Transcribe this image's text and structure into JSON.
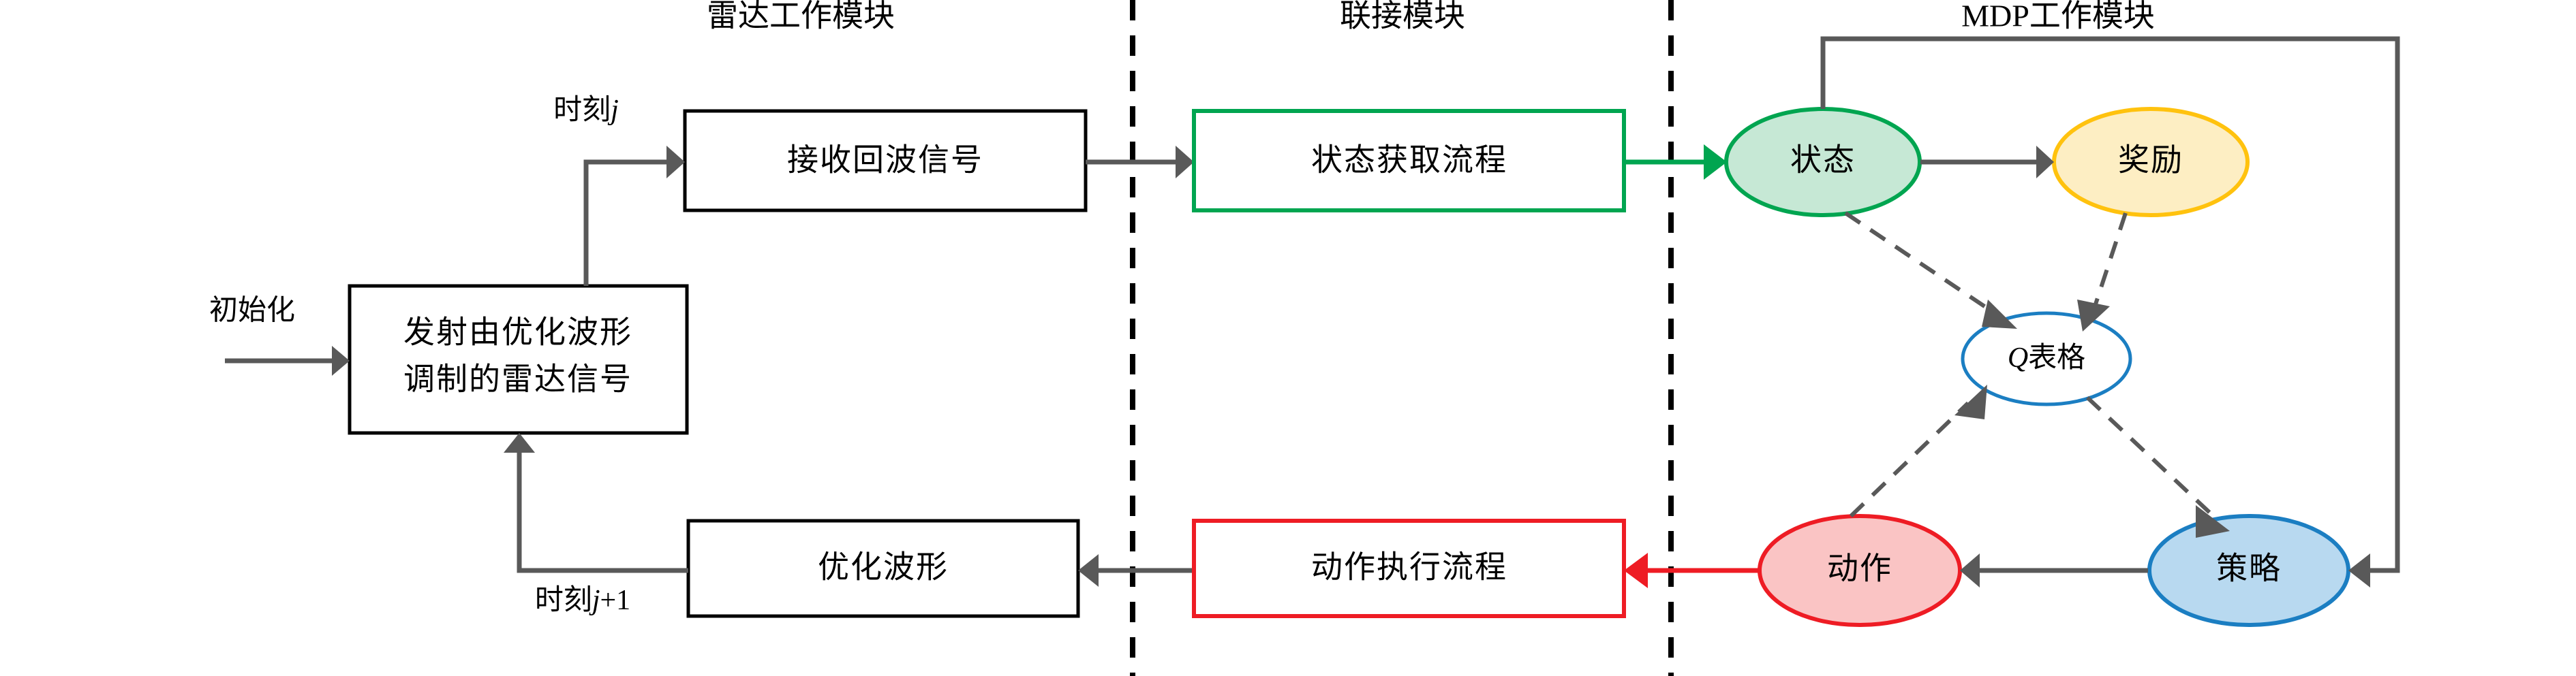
{
  "modules": [
    {
      "id": "radar",
      "title": "雷达工作模块"
    },
    {
      "id": "link",
      "title": "联接模块"
    },
    {
      "id": "mdp",
      "title": "MDP工作模块"
    }
  ],
  "boxes": {
    "receive_echo": "接收回波信号",
    "transmit_signal_line1": "发射由优化波形",
    "transmit_signal_line2": "调制的雷达信号",
    "optimized_waveform": "优化波形",
    "state_acquisition": "状态获取流程",
    "action_execution": "动作执行流程"
  },
  "ellipses": {
    "state": "状态",
    "reward": "奖励",
    "q_table_symbol": "Q",
    "q_table_rest": "表格",
    "action": "动作",
    "policy": "策略"
  },
  "labels": {
    "initialize": "初始化",
    "time_j_prefix": "时刻",
    "time_j_symbol": "j",
    "time_j_suffix": "",
    "time_j1_prefix": "时刻",
    "time_j1_symbol": "j",
    "time_j1_suffix": "+1"
  },
  "colors": {
    "green": "#00a550",
    "green_fill": "#c6e8d5",
    "yellow": "#ffc20e",
    "yellow_fill": "#fdeec3",
    "blue": "#1b7ec2",
    "blue_fill": "#b8d9f0",
    "red": "#ee1c24",
    "red_fill": "#fac4c4",
    "gray": "#595959",
    "black": "#000000"
  }
}
